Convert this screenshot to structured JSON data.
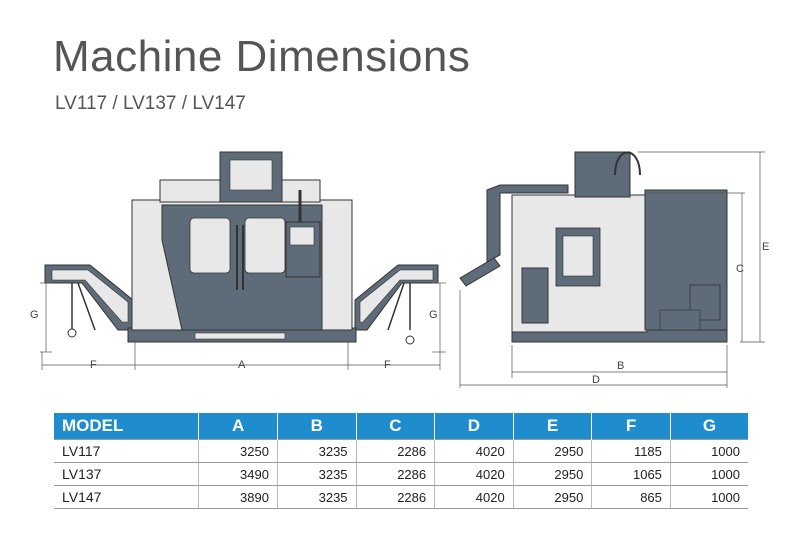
{
  "title": "Machine Dimensions",
  "subtitle": "LV117 / LV137 / LV147",
  "front_view_labels": {
    "A": "A",
    "F_left": "F",
    "F_right": "F",
    "G_left": "G",
    "G_right": "G"
  },
  "side_view_labels": {
    "B": "B",
    "C": "C",
    "D": "D",
    "E": "E"
  },
  "table": {
    "headers": [
      "MODEL",
      "A",
      "B",
      "C",
      "D",
      "E",
      "F",
      "G"
    ],
    "rows": [
      [
        "LV117",
        "3250",
        "3235",
        "2286",
        "4020",
        "2950",
        "1185",
        "1000"
      ],
      [
        "LV137",
        "3490",
        "3235",
        "2286",
        "4020",
        "2950",
        "1065",
        "1000"
      ],
      [
        "LV147",
        "3890",
        "3235",
        "2286",
        "4020",
        "2950",
        "865",
        "1000"
      ]
    ]
  },
  "colors": {
    "header_blue": "#1f8dcd",
    "machine_dark": "#5e6b78",
    "machine_light": "#e8e8e8"
  }
}
